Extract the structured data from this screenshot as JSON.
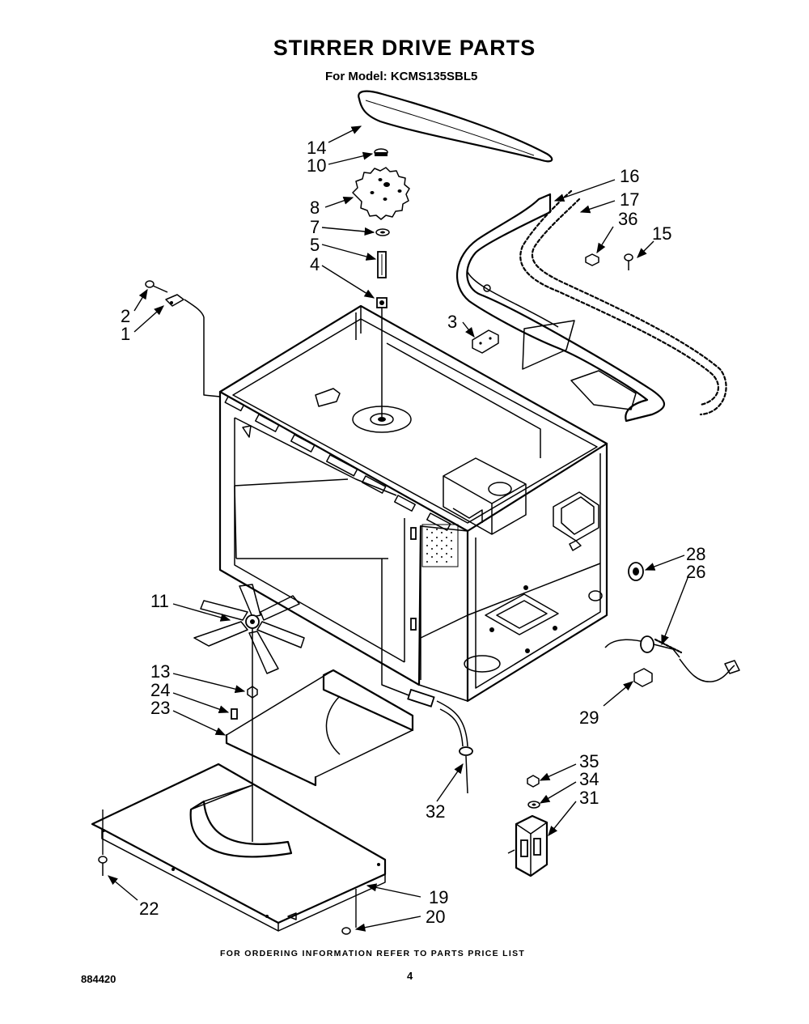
{
  "header": {
    "title": "STIRRER DRIVE PARTS",
    "subtitle": "For Model: KCMS135SBL5"
  },
  "footer": {
    "note": "FOR ORDERING INFORMATION REFER TO PARTS PRICE LIST",
    "doc_number": "884420",
    "page_number": "4"
  },
  "callouts": {
    "p1": "1",
    "p2": "2",
    "p3": "3",
    "p4": "4",
    "p5": "5",
    "p7": "7",
    "p8": "8",
    "p10": "10",
    "p11": "11",
    "p13": "13",
    "p14": "14",
    "p15": "15",
    "p16": "16",
    "p17": "17",
    "p19": "19",
    "p20": "20",
    "p22": "22",
    "p23": "23",
    "p24": "24",
    "p26": "26",
    "p28": "28",
    "p29": "29",
    "p31": "31",
    "p32": "32",
    "p34": "34",
    "p35": "35",
    "p36": "36"
  }
}
